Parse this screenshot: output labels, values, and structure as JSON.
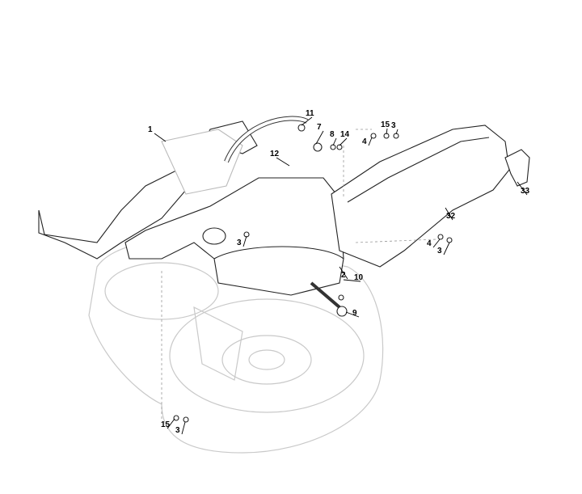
{
  "diagram": {
    "type": "exploded parts diagram",
    "callouts": [
      {
        "label": "1"
      },
      {
        "label": "11"
      },
      {
        "label": "7"
      },
      {
        "label": "8"
      },
      {
        "label": "14"
      },
      {
        "label": "15"
      },
      {
        "label": "3"
      },
      {
        "label": "4"
      },
      {
        "label": "12"
      },
      {
        "label": "33"
      },
      {
        "label": "32"
      },
      {
        "label": "4"
      },
      {
        "label": "3"
      },
      {
        "label": "3"
      },
      {
        "label": "2"
      },
      {
        "label": "10"
      },
      {
        "label": "9"
      },
      {
        "label": "15"
      },
      {
        "label": "3"
      }
    ]
  }
}
